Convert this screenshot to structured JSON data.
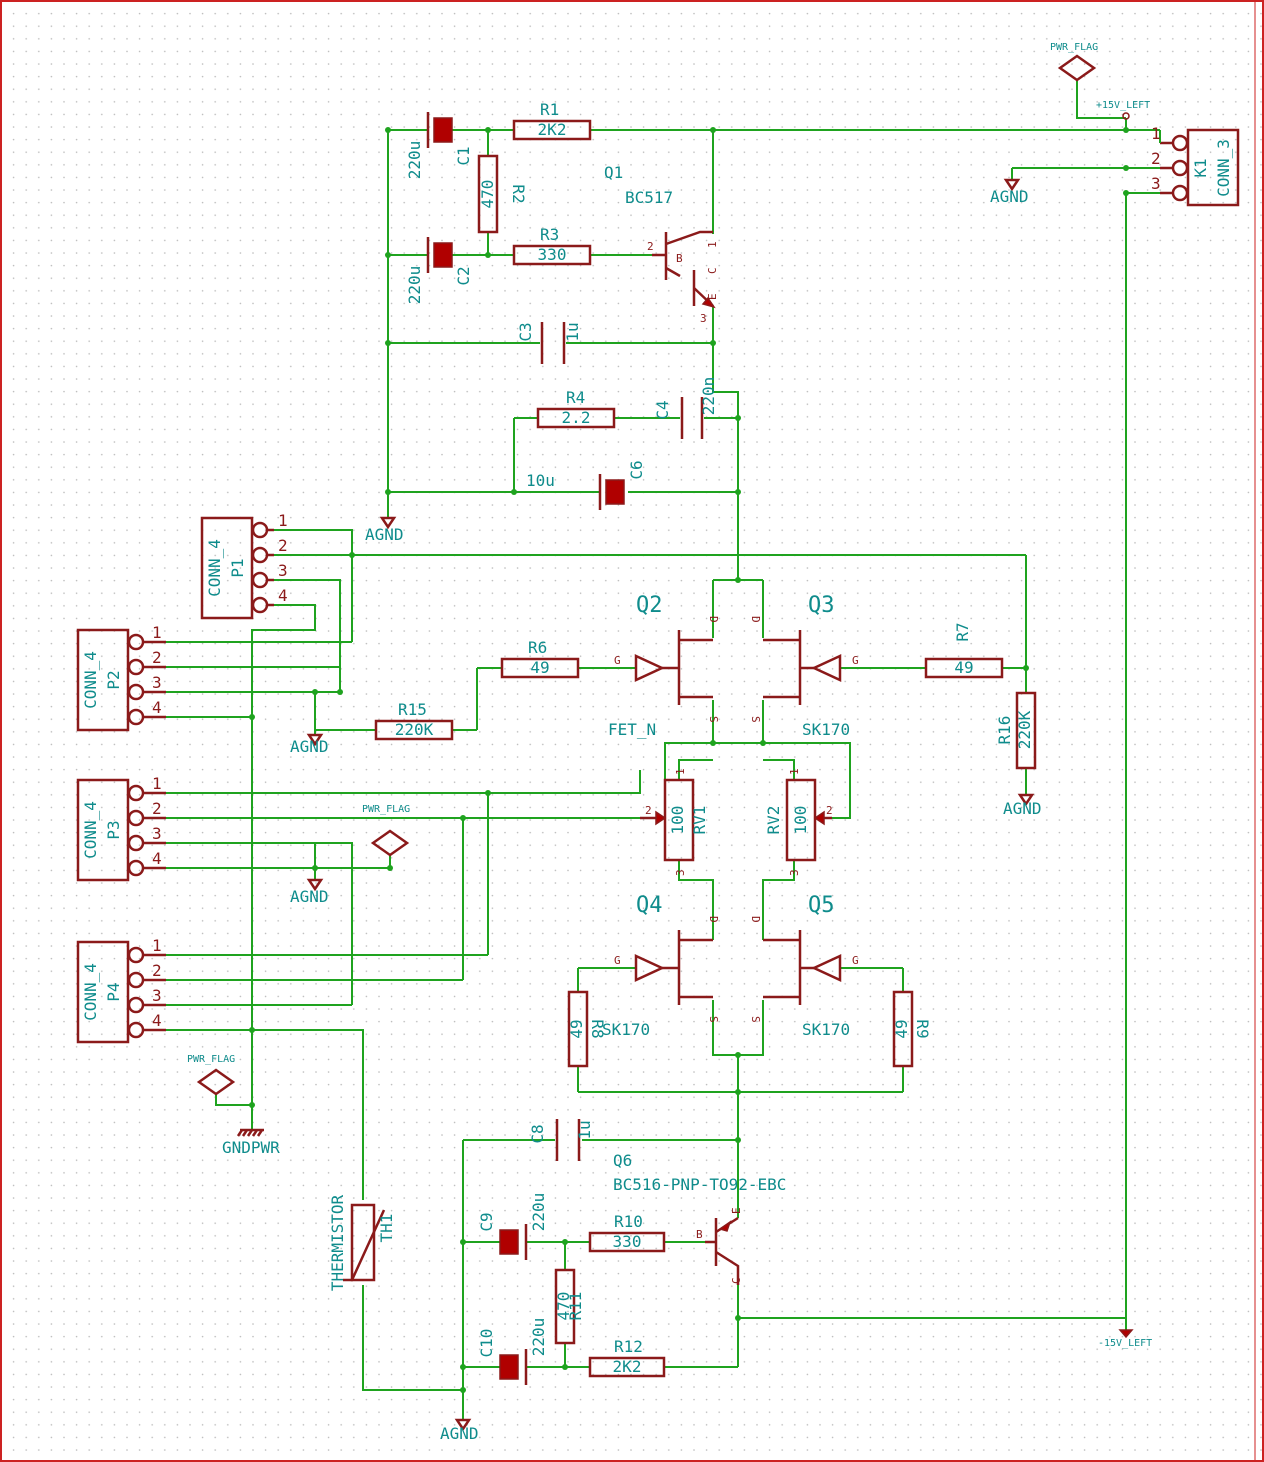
{
  "diagram": {
    "grid_dots": true,
    "colors": {
      "wire": "#1fa31f",
      "body": "#8b1a1a",
      "label": "#0f8c8c",
      "background": "#ffffff"
    },
    "resistors": [
      {
        "ref": "R1",
        "value": "2K2"
      },
      {
        "ref": "R2",
        "value": "470"
      },
      {
        "ref": "R3",
        "value": "330"
      },
      {
        "ref": "R4",
        "value": "2.2"
      },
      {
        "ref": "R6",
        "value": "49"
      },
      {
        "ref": "R7",
        "value": "49"
      },
      {
        "ref": "R8",
        "value": "49"
      },
      {
        "ref": "R9",
        "value": "49"
      },
      {
        "ref": "R10",
        "value": "330"
      },
      {
        "ref": "R11",
        "value": "470"
      },
      {
        "ref": "R12",
        "value": "2K2"
      },
      {
        "ref": "R15",
        "value": "220K"
      },
      {
        "ref": "R16",
        "value": "220K"
      }
    ],
    "capacitors": [
      {
        "ref": "C1",
        "value": "220u"
      },
      {
        "ref": "C2",
        "value": "220u"
      },
      {
        "ref": "C3",
        "value": "1u"
      },
      {
        "ref": "C4",
        "value": "220n"
      },
      {
        "ref": "C6",
        "value": "10u"
      },
      {
        "ref": "C8",
        "value": "1u"
      },
      {
        "ref": "C9",
        "value": "220u"
      },
      {
        "ref": "C10",
        "value": "220u"
      }
    ],
    "transistors": [
      {
        "ref": "Q1",
        "value": "BC517"
      },
      {
        "ref": "Q2",
        "value": "FET_N"
      },
      {
        "ref": "Q3",
        "value": "SK170"
      },
      {
        "ref": "Q4",
        "value": "SK170"
      },
      {
        "ref": "Q5",
        "value": "SK170"
      },
      {
        "ref": "Q6",
        "value": "BC516-PNP-TO92-EBC"
      }
    ],
    "potentiometers": [
      {
        "ref": "RV1",
        "value": "100"
      },
      {
        "ref": "RV2",
        "value": "100"
      }
    ],
    "thermistor": {
      "ref": "TH1",
      "value": "THERMISTOR"
    },
    "connectors": [
      {
        "ref": "K1",
        "value": "CONN_3",
        "pins": [
          "1",
          "2",
          "3"
        ]
      },
      {
        "ref": "P1",
        "value": "CONN_4",
        "pins": [
          "1",
          "2",
          "3",
          "4"
        ]
      },
      {
        "ref": "P2",
        "value": "CONN_4",
        "pins": [
          "1",
          "2",
          "3",
          "4"
        ]
      },
      {
        "ref": "P3",
        "value": "CONN_4",
        "pins": [
          "1",
          "2",
          "3",
          "4"
        ]
      },
      {
        "ref": "P4",
        "value": "CONN_4",
        "pins": [
          "1",
          "2",
          "3",
          "4"
        ]
      }
    ],
    "nets": {
      "agnd": "AGND",
      "gndpwr": "GNDPWR",
      "pwr_flag": "PWR_FLAG",
      "vpos": "+15V_LEFT",
      "vneg": "-15V_LEFT"
    },
    "pin_letters": {
      "d": "D",
      "s": "S",
      "g": "G",
      "b": "B",
      "c": "C",
      "e": "E"
    },
    "pin_numbers": {
      "one": "1",
      "two": "2",
      "three": "3"
    }
  }
}
